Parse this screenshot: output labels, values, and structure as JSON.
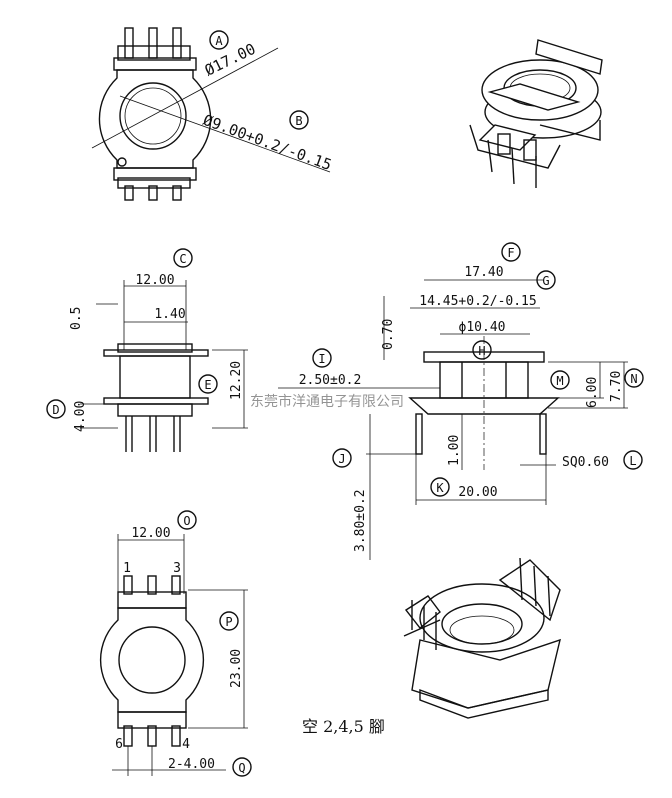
{
  "callouts": {
    "A": "A",
    "B": "B",
    "C": "C",
    "D": "D",
    "E": "E",
    "F": "F",
    "G": "G",
    "H": "H",
    "I": "I",
    "J": "J",
    "K": "K",
    "L": "L",
    "M": "M",
    "N": "N",
    "O": "O",
    "P": "P",
    "Q": "Q"
  },
  "dims": {
    "A": "Ø17.00",
    "B": "Ø9.00+0.2/-0.15",
    "C_width": "12.00",
    "C_inner": "1.40",
    "C_flange": "0.5",
    "E_height": "12.20",
    "D_pin": "4.00",
    "F_width": "17.40",
    "G_inner": "14.45+0.2/-0.15",
    "H_bore": "ϕ10.40",
    "top_step": "0.70",
    "I_offset": "2.50±0.2",
    "M_height": "6.00",
    "N_height": "7.70",
    "mid_step": "1.00",
    "J_pin": "3.80±0.2",
    "K_width": "20.00",
    "L_pin": "SQ0.60",
    "O_width": "12.00",
    "P_height": "23.00",
    "Q_pitch": "2-4.00"
  },
  "pins": {
    "p1": "1",
    "p3": "3",
    "p6": "6",
    "p4": "4"
  },
  "note": "空 2,4,5 腳",
  "watermark": "东莞市洋通电子有限公司"
}
